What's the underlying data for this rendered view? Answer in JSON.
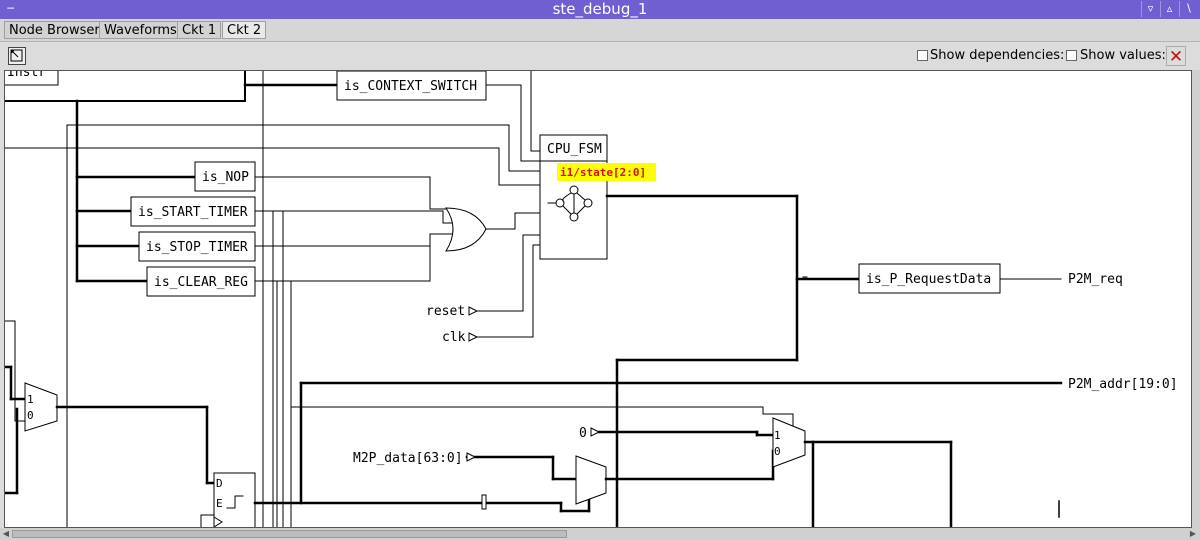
{
  "window": {
    "title": "ste_debug_1"
  },
  "tabs": [
    {
      "label": "Node Browser"
    },
    {
      "label": "Waveforms"
    },
    {
      "label": "Ckt 1"
    },
    {
      "label": "Ckt 2"
    }
  ],
  "toolbar": {
    "show_dependencies": "Show dependencies:",
    "show_values": "Show values:"
  },
  "circuit": {
    "cut_signal": "Instr",
    "blocks": {
      "context_switch": "is_CONTEXT_SWITCH",
      "cpu_fsm": "CPU_FSM",
      "nop": "is_NOP",
      "start_timer": "is_START_TIMER",
      "stop_timer": "is_STOP_TIMER",
      "clear_reg": "is_CLEAR_REG",
      "request_data": "is_P_RequestData"
    },
    "fsm_highlight": "i1/state[2:0]",
    "inputs": {
      "reset": "reset",
      "clk": "clk",
      "m2p_data": "M2P_data[63:0]",
      "const_zero": "0"
    },
    "outputs": {
      "p2m_req": "P2M_req",
      "p2m_addr": "P2M_addr[19:0]"
    },
    "mux_labels": {
      "one": "1",
      "zero": "0"
    },
    "ff_labels": {
      "d": "D",
      "e": "E"
    }
  },
  "colors": {
    "titlebar": "#6f5fd0",
    "highlight_bg": "#ffff00",
    "highlight_text": "#d01010",
    "close": "#c01010"
  }
}
